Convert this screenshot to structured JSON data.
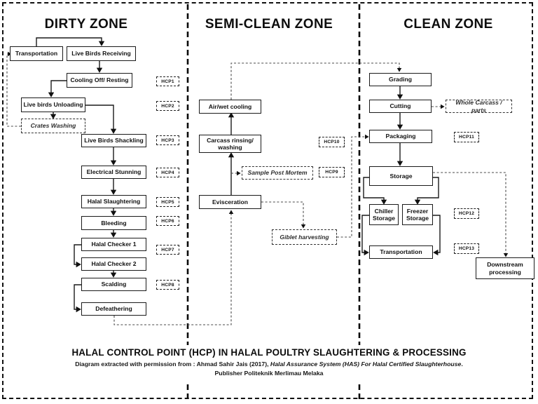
{
  "colors": {
    "ink": "#1a1a1a",
    "background": "#ffffff"
  },
  "zones": {
    "dirty": "DIRTY ZONE",
    "semi": "SEMI-CLEAN ZONE",
    "clean": "CLEAN ZONE"
  },
  "nodes": {
    "transportation_in": "Transportation",
    "live_birds_receiving": "Live Birds Receiving",
    "cooling_off_resting": "Cooling Off/ Resting",
    "live_birds_unloading": "Live birds Unloading",
    "crates_washing": "Crates Washing",
    "live_birds_shackling": "Live Birds Shackling",
    "electrical_stunning": "Electrical Stunning",
    "halal_slaughtering": "Halal Slaughtering",
    "bleeding": "Bleeding",
    "halal_checker_1": "Halal Checker 1",
    "halal_checker_2": "Halal Checker 2",
    "scalding": "Scalding",
    "defeathering": "Defeathering",
    "air_wet_cooling": "Air/wet cooling",
    "carcass_rinsing_washing": "Carcass rinsing/\nwashing",
    "sample_post_mortem": "Sample Post Mortem",
    "evisceration": "Evisceration",
    "giblet_harvesting": "Giblet harvesting",
    "grading": "Grading",
    "cutting": "Cutting",
    "whole_carcass_parts": "Whole Carcass / parts",
    "packaging": "Packaging",
    "storage": "Storage",
    "chiller_storage": "Chiller\nStorage",
    "freezer_storage": "Freezer\nStorage",
    "transportation_out": "Transportation",
    "downstream_processing": "Downstream\nprocessing"
  },
  "hcp": {
    "hcp1": "HCP1",
    "hcp2": "HCP2",
    "hcp3": "HCP3",
    "hcp4": "HCP4",
    "hcp5": "HCP5",
    "hcp6": "HCP6",
    "hcp7": "HCP7",
    "hcp8": "HCP8",
    "hcp9": "HCP9",
    "hcp10": "HCP10",
    "hcp11": "HCP11",
    "hcp12": "HCP12",
    "hcp13": "HCP13"
  },
  "footer": {
    "title": "HALAL CONTROL POINT (HCP) IN HALAL POULTRY SLAUGHTERING & PROCESSING",
    "credit_prefix": "Diagram extracted with permission from : Ahmad Sahir Jais (2017), ",
    "credit_italic": "Halal Assurance System (HAS) For Halal Certified Slaughterhouse",
    "credit_suffix": ".",
    "publisher": "Publisher Politeknik Merlimau Melaka"
  }
}
